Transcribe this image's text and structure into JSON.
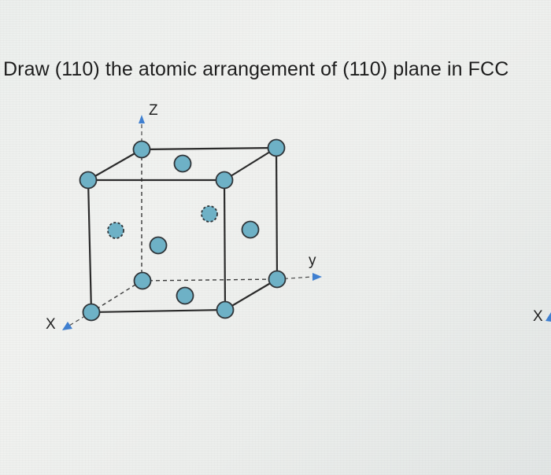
{
  "question": {
    "text": "Draw (110) the atomic arrangement of (110) plane in FCC"
  },
  "diagram": {
    "structure": "FCC unit cell",
    "axes": {
      "z_label": "Z",
      "y_label": "y",
      "x_label": "X",
      "x_label_edge": "X"
    },
    "atom_color": "#6eb1c6",
    "arrow_color": "#3f7fd0",
    "line_color": "#2a2a2a"
  }
}
